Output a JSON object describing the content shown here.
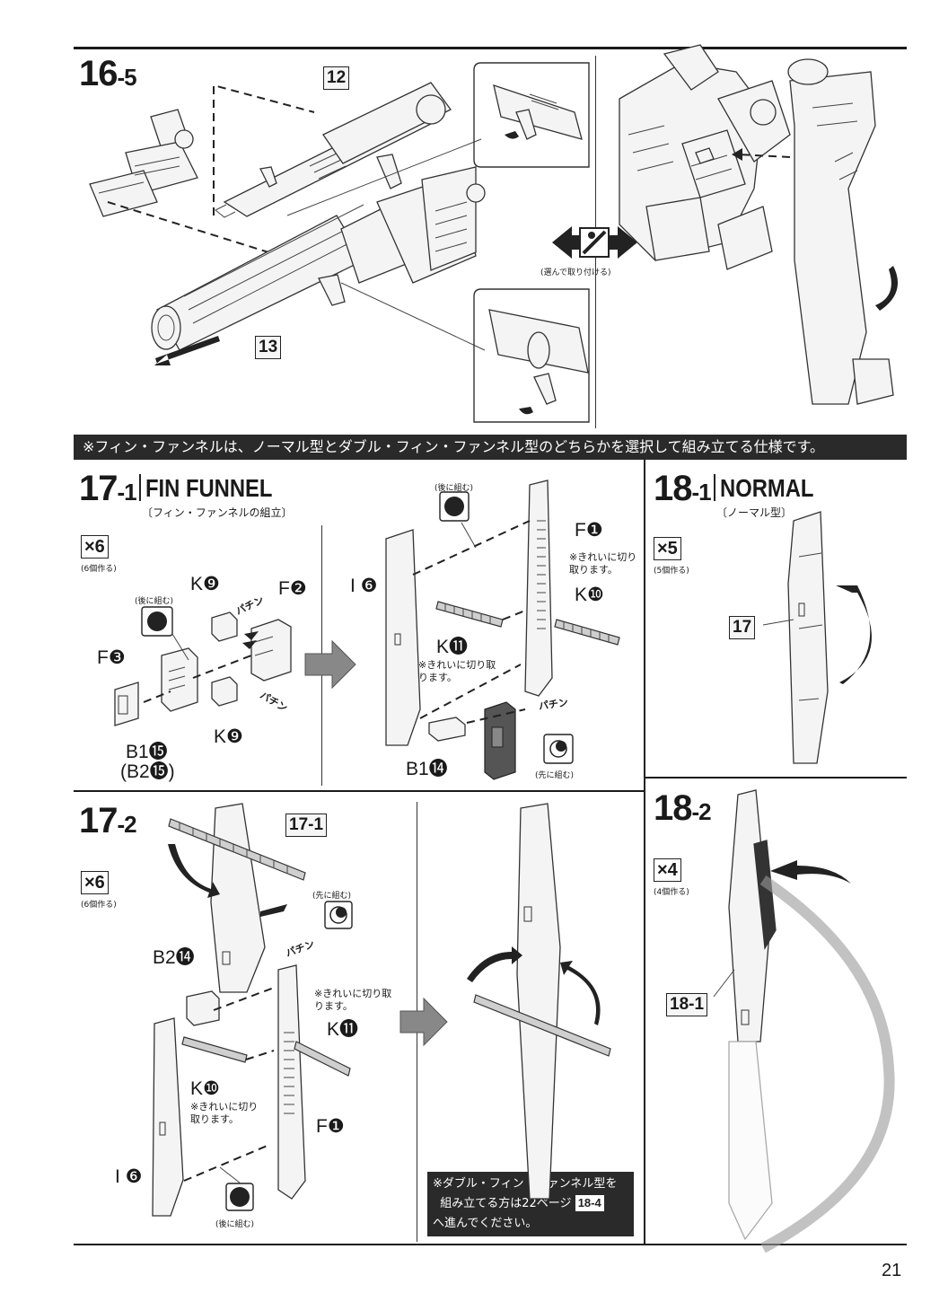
{
  "page_number": "21",
  "steps": {
    "s16_5": {
      "number": "16",
      "sub": "-5",
      "tag_a": "12",
      "tag_b": "13",
      "choice_caption": "(選んで取り付ける)"
    },
    "banner": "※フィン・ファンネルは、ノーマル型とダブル・フィン・ファンネル型のどちらかを選択して組み立てる仕様です。",
    "s17_1": {
      "number": "17",
      "sub": "-1",
      "title_en": "FIN FUNNEL",
      "title_jp": "〔フィン・ファンネルの組立〕",
      "count": "×6",
      "count_sub": "(6個作る)",
      "labels": {
        "k9_top": "K❾",
        "f2": "F❷",
        "f3": "F❸",
        "k9_bottom": "K❾",
        "b1_15": "B1⓯",
        "b2_15": "(B2⓯)",
        "i6": "I ❻",
        "f1": "F❶",
        "k10": "K❿",
        "k11": "K⓫",
        "b1_14": "B1⓮"
      },
      "later_a": "(後に組む)",
      "later_b": "(後に組む)",
      "first": "(先に組む)",
      "snap_a": "パチン",
      "snap_b": "パチン",
      "snap_c": "パチン",
      "note_a": "※きれいに切り取ります。",
      "note_b": "※きれいに切り取ります。"
    },
    "s18_1": {
      "number": "18",
      "sub": "-1",
      "title_en": "NORMAL",
      "title_jp": "〔ノーマル型〕",
      "count": "×5",
      "count_sub": "(5個作る)",
      "tag": "17"
    },
    "s17_2": {
      "number": "17",
      "sub": "-2",
      "count": "×6",
      "count_sub": "(6個作る)",
      "tag": "17-1",
      "labels": {
        "b2_14": "B2⓮",
        "k10": "K❿",
        "k11": "K⓫",
        "f1": "F❶",
        "i6": "I ❻"
      },
      "first": "(先に組む)",
      "later": "(後に組む)",
      "snap": "パチン",
      "note_a": "※きれいに切り取ります。",
      "note_b": "※きれいに切り取ります。",
      "notice_line1": "※ダブル・フィン・ファンネル型を",
      "notice_line2a": "組み立てる方は22ページ",
      "notice_ref": "18-4",
      "notice_line3": "へ進んでください。"
    },
    "s18_2": {
      "number": "18",
      "sub": "-2",
      "count": "×4",
      "count_sub": "(4個作る)",
      "tag": "18-1"
    }
  }
}
